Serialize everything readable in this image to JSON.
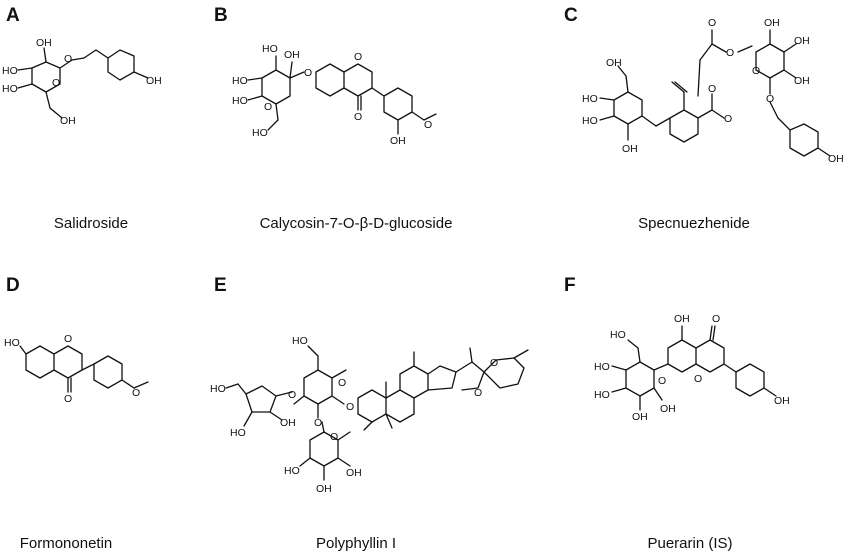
{
  "panels": [
    {
      "letter": "A",
      "name": "Salidroside"
    },
    {
      "letter": "B",
      "name": "Calycosin-7-O-β-D-glucoside"
    },
    {
      "letter": "C",
      "name": "Specnuezhenide"
    },
    {
      "letter": "D",
      "name": "Formononetin"
    },
    {
      "letter": "E",
      "name": "Polyphyllin I"
    },
    {
      "letter": "F",
      "name": "Puerarin (IS)"
    }
  ],
  "atom_labels": {
    "oh": "OH",
    "ho": "HO",
    "o": "O"
  }
}
